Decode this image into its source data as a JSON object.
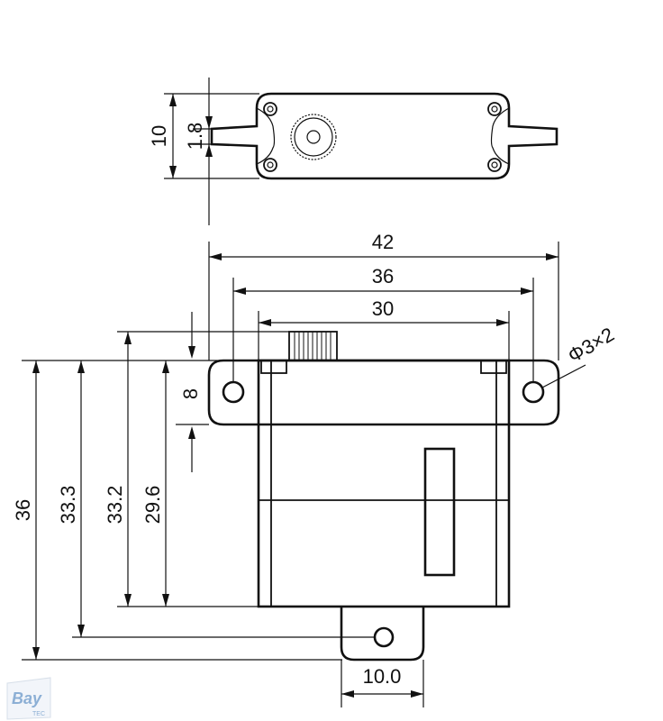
{
  "top_view": {
    "dim_total_height": "10",
    "dim_tab_thickness": "1.8"
  },
  "front_view": {
    "dim_width_42": "42",
    "dim_width_36": "36",
    "dim_width_30": "30",
    "dim_mount_tab": "8",
    "dim_height_36": "36",
    "dim_height_33_3": "33.3",
    "dim_height_33_2": "33.2",
    "dim_height_29_6": "29.6",
    "dim_hole_callout": "Φ3×2",
    "dim_bottom_tab": "10.0"
  },
  "logo": {
    "text": "Bay",
    "subtext": "TEC",
    "color": "#2f6fb3"
  }
}
